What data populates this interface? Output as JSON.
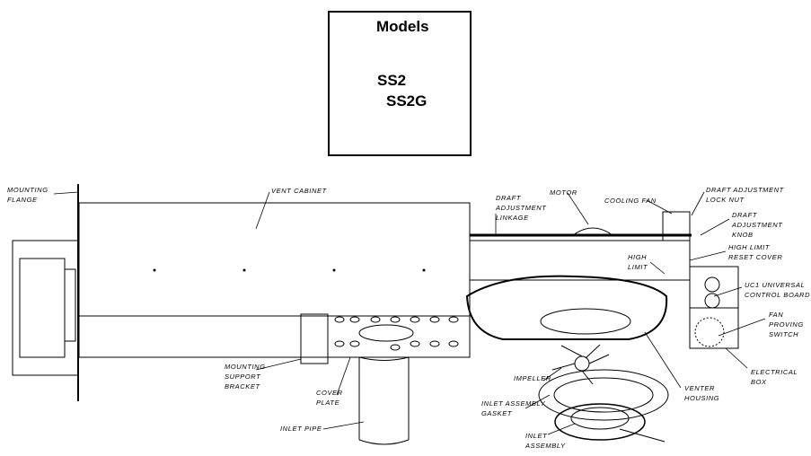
{
  "title_box": {
    "heading": "Models",
    "models": [
      "SS2",
      "SS2G"
    ]
  },
  "labels": {
    "mounting_flange": [
      "MOUNTING",
      "FLANGE"
    ],
    "vent_cabinet": [
      "VENT CABINET"
    ],
    "draft_adjustment_linkage": [
      "DRAFT",
      "ADJUSTMENT",
      "LINKAGE"
    ],
    "motor": [
      "MOTOR"
    ],
    "cooling_fan": [
      "COOLING FAN"
    ],
    "draft_adjustment_lock_nut": [
      "DRAFT ADJUSTMENT",
      "LOCK NUT"
    ],
    "draft_adjustment_knob": [
      "DRAFT",
      "ADJUSTMENT",
      "KNOB"
    ],
    "high_limit": [
      "HIGH",
      "LIMIT"
    ],
    "high_limit_reset_cover": [
      "HIGH LIMIT",
      "RESET COVER"
    ],
    "uc1_control_board": [
      "UC1 UNIVERSAL",
      "CONTROL BOARD"
    ],
    "fan_proving_switch": [
      "FAN",
      "PROVING",
      "SWITCH"
    ],
    "electrical_box": [
      "ELECTRICAL",
      "BOX"
    ],
    "venter_housing": [
      "VENTER",
      "HOUSING"
    ],
    "impeller": [
      "IMPELLER"
    ],
    "inlet_assembly_gasket": [
      "INLET ASSEMBLY",
      "GASKET"
    ],
    "inlet_assembly": [
      "INLET",
      "ASSEMBLY"
    ],
    "inlet_pipe": [
      "INLET PIPE"
    ],
    "cover_plate": [
      "COVER",
      "PLATE"
    ],
    "mounting_support_bracket": [
      "MOUNTING",
      "SUPPORT",
      "BRACKET"
    ]
  }
}
